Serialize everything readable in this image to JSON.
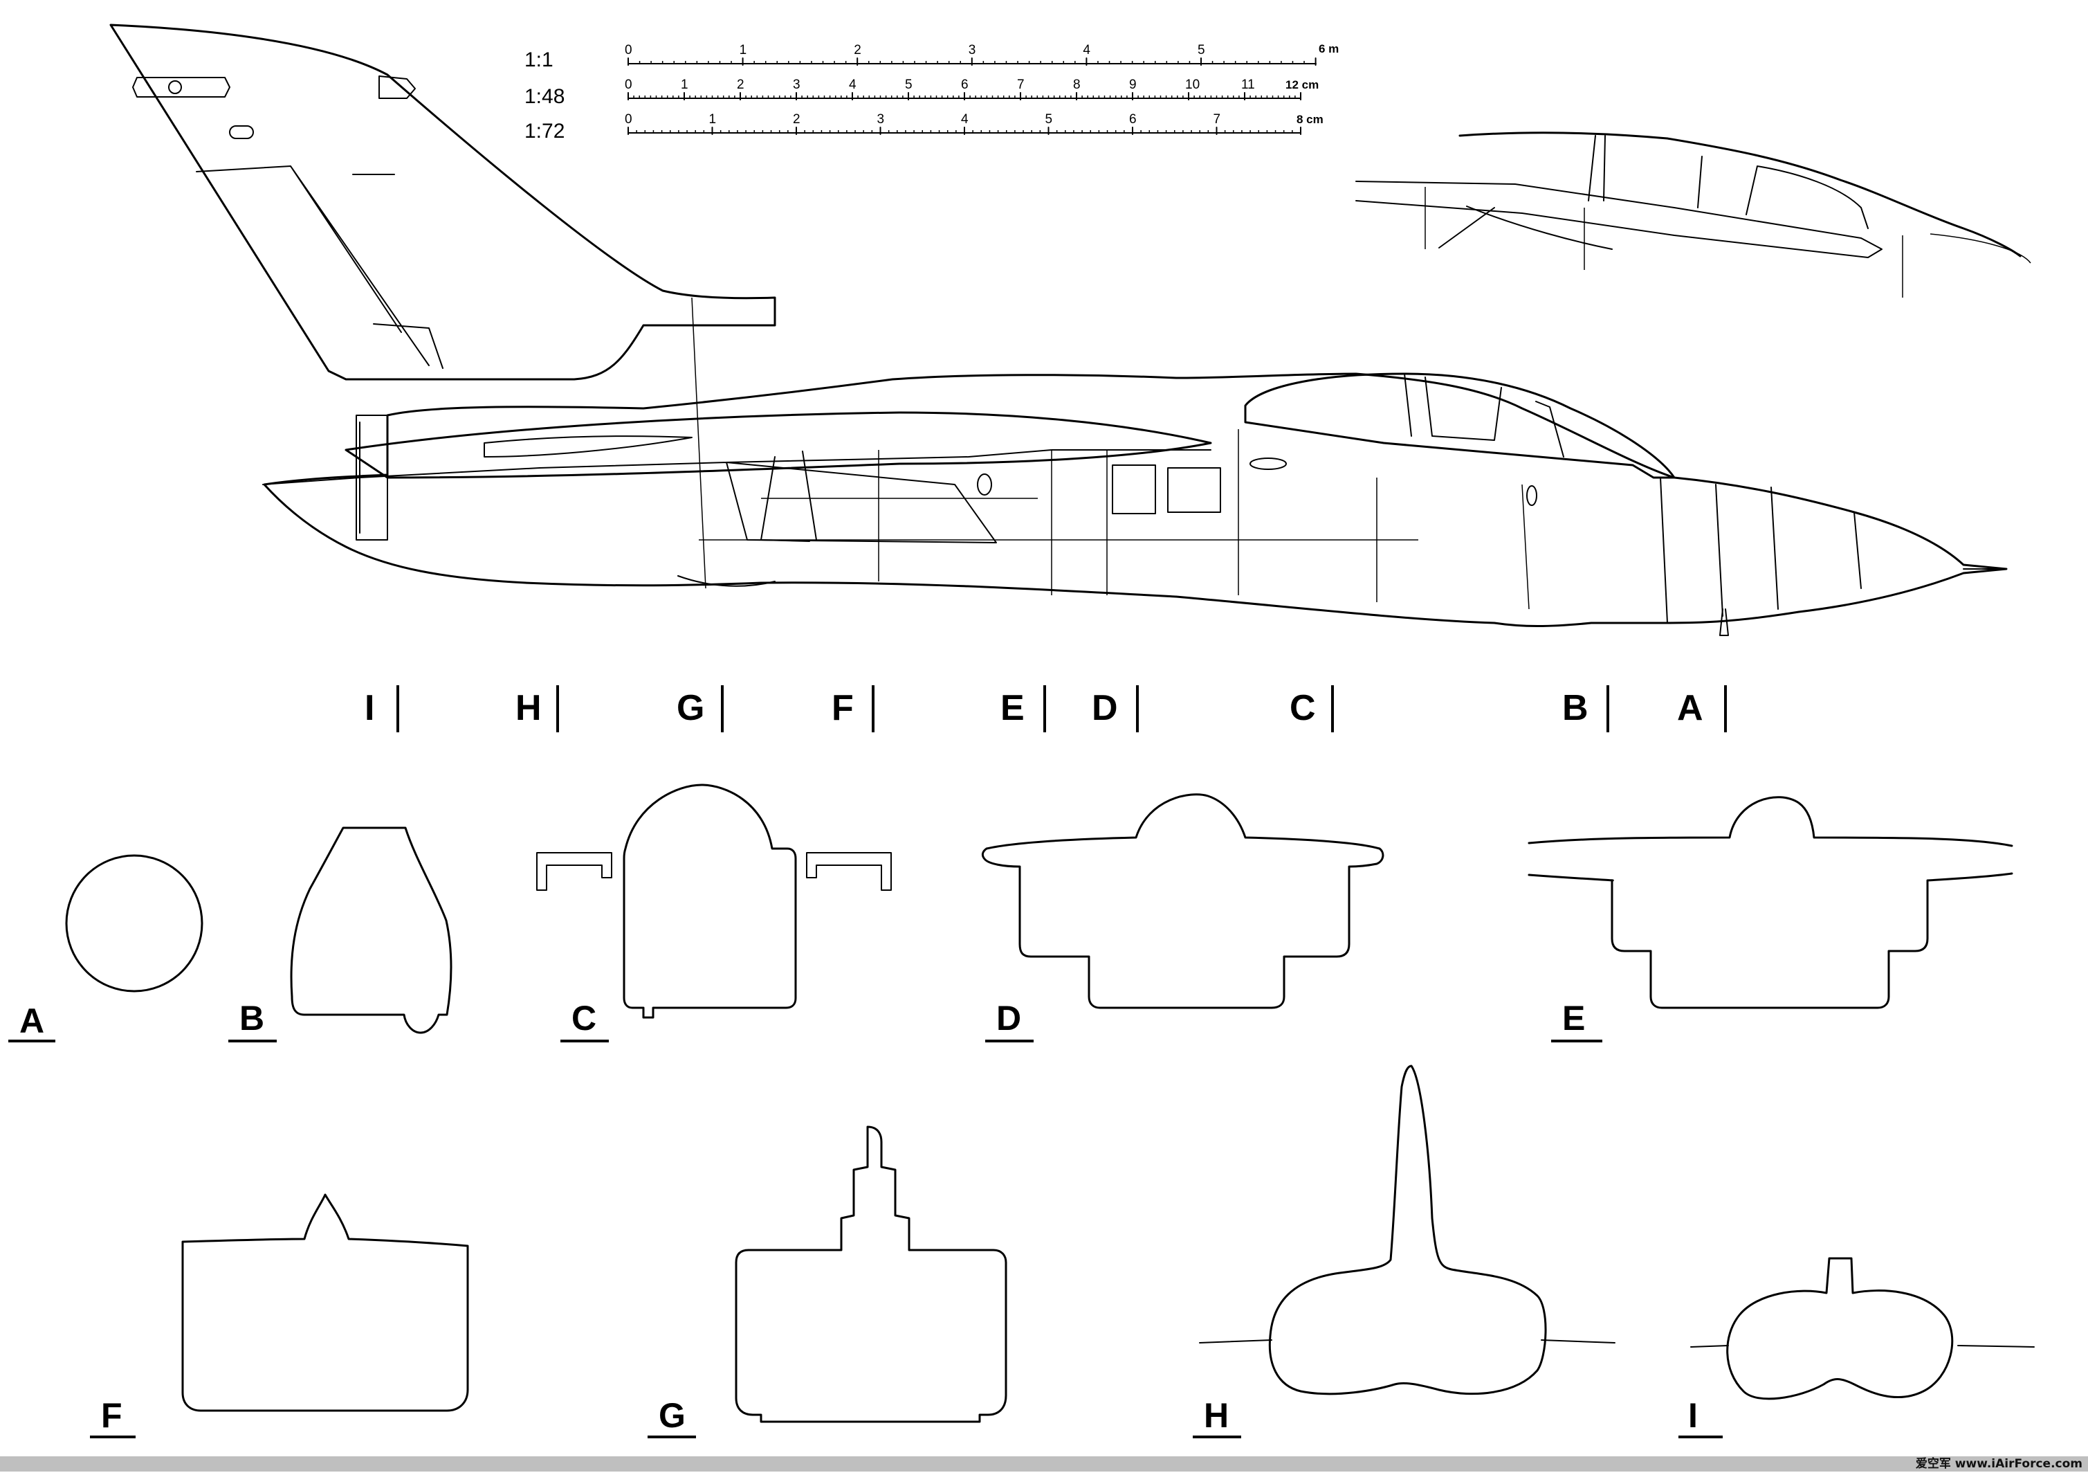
{
  "scales": [
    {
      "ratio": "1:1",
      "ticks": [
        "0",
        "1",
        "2",
        "3",
        "4",
        "5"
      ],
      "unit": "6 m"
    },
    {
      "ratio": "1:48",
      "ticks": [
        "0",
        "1",
        "2",
        "3",
        "4",
        "5",
        "6",
        "7",
        "8",
        "9",
        "10",
        "11"
      ],
      "unit": "12 cm"
    },
    {
      "ratio": "1:72",
      "ticks": [
        "0",
        "1",
        "2",
        "3",
        "4",
        "5",
        "6",
        "7"
      ],
      "unit": "8 cm"
    }
  ],
  "section_markers": [
    "I",
    "H",
    "G",
    "F",
    "E",
    "D",
    "C",
    "B",
    "A"
  ],
  "cross_section_labels": {
    "A": "A",
    "B": "B",
    "C": "C",
    "D": "D",
    "E": "E",
    "F": "F",
    "G": "G",
    "H": "H",
    "I": "I"
  },
  "watermark": "爱空军 www.iAirForce.com"
}
